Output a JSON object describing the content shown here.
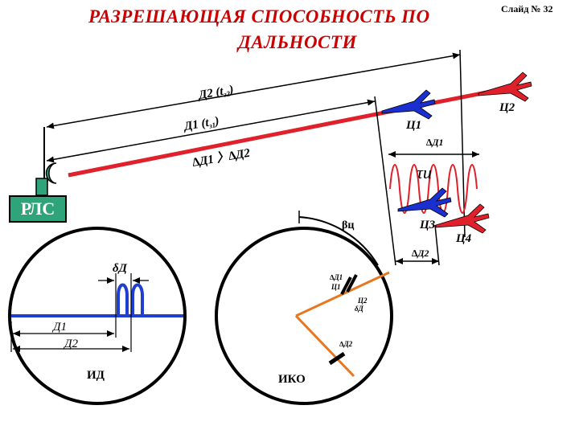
{
  "slide_number": "Слайд № 32",
  "title": {
    "line1": "РАЗРЕШАЮЩАЯ  СПОСОБНОСТЬ  ПО",
    "line2": "ДАЛЬНОСТИ"
  },
  "radar_label": "РЛС",
  "top": {
    "d2_label": "Д2 (t",
    "d2_sub": "з2",
    "d1_label": "Д1 (t",
    "d1_sub": "з1",
    "delta_compare": "∆Д1 〉∆Д2",
    "target1": "Ц1",
    "target2": "Ц2",
    "target3": "Ц3",
    "target4": "Ц4",
    "delta_d1": "∆Д1",
    "delta_d2": "∆Д2",
    "tau": "τи"
  },
  "id_scope": {
    "name": "ИД",
    "delta": "δД",
    "d1": "Д1",
    "d2": "Д2"
  },
  "iko_scope": {
    "name": "ИКО",
    "beta": "βц",
    "delta_d1": "∆Д1",
    "c1": "Ц1",
    "c2": "Ц2",
    "delta": "δД",
    "delta_d2": "∆Д2"
  },
  "colors": {
    "title": "#cc0000",
    "beam": "#e0202a",
    "target_blue": "#1a2fd0",
    "target_red": "#e0202a",
    "radar": "#2fa37a",
    "scope_line": "#1f3fd0",
    "iko_line": "#e87722"
  }
}
